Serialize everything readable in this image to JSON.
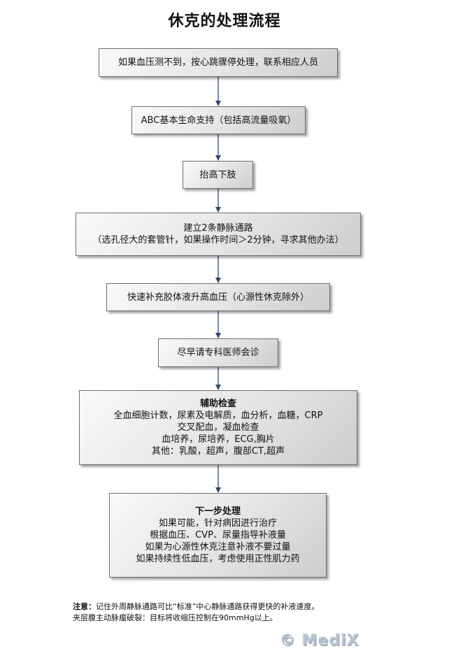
{
  "title": "休克的处理流程",
  "steps": [
    {
      "lines": [
        "如果血压测不到，按心跳骤停处理，联系相应人员"
      ]
    },
    {
      "lines": [
        "ABC基本生命支持（包括高流量吸氧）"
      ]
    },
    {
      "lines": [
        "抬高下肢"
      ]
    },
    {
      "lines": [
        "建立2条静脉通路",
        "（选孔径大的套管针，如果操作时间＞2分钟，寻求其他办法）"
      ]
    },
    {
      "lines": [
        "快速补充胶体液升高血压（心源性休克除外）"
      ]
    },
    {
      "lines": [
        "尽早请专科医师会诊"
      ]
    },
    {
      "heading": "辅助检查",
      "lines": [
        "全血细胞计数，尿素及电解质，血分析，血糖，CRP",
        "交叉配血，凝血检查",
        "血培养，尿培养，ECG,胸片",
        "其他：乳酸，超声，腹部CT,超声"
      ]
    },
    {
      "heading": "下一步处理",
      "lines": [
        "如果可能，针对病因进行治疗",
        "根据血压、CVP、尿量指导补液量",
        "如果为心源性休克注意补液不要过量",
        "如果持续性低血压，考虑使用正性肌力药"
      ]
    }
  ],
  "note": {
    "label": "注意：",
    "line1": "记住外周静脉通路可比“标准”中心静脉通路获得更快的补液速度。",
    "line2": "夹层腹主动脉瘤破裂：目标将收缩压控制在90mmHg以上。"
  },
  "watermark": "© MediX",
  "colors": {
    "arrow": "#2f4a6b",
    "border": "#6e6e6e",
    "watermark": "#b9c4d4"
  }
}
